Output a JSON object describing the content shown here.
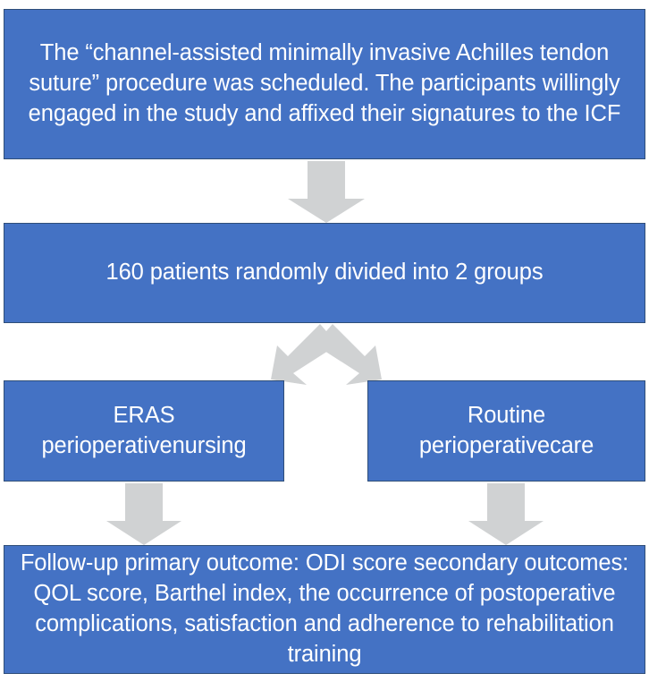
{
  "diagram": {
    "title": "Study enrollment, randomization and outcomes flow diagram",
    "type": "flowchart",
    "orientation": "top-to-bottom",
    "colors": {
      "node_fill": "#4472C4",
      "node_border": "#2F4E79",
      "node_text": "#FFFFFF",
      "arrow_fill": "#D0D2D3",
      "background": "#FFFFFF"
    },
    "nodes": [
      {
        "id": "enrollment",
        "label": "The “channel-assisted minimally invasive Achilles tendon suture” procedure was scheduled. The participants willingly engaged in the study and affixed their signatures to the ICF",
        "lines": [
          "The “channel-assisted minimally invasive Achilles tendon",
          "suture” procedure was scheduled. The participants willingly",
          "engaged in the study and affixed their signatures to the ICF"
        ]
      },
      {
        "id": "randomization",
        "label": "160 patients randomly divided into 2 groups",
        "lines": [
          "160 patients randomly divided into 2 groups"
        ]
      },
      {
        "id": "group-eras",
        "label": "ERAS perioperativenursing",
        "lines": [
          "ERAS",
          "perioperativenursing"
        ]
      },
      {
        "id": "group-routine",
        "label": "Routine perioperativecare",
        "lines": [
          "Routine",
          "perioperativecare"
        ]
      },
      {
        "id": "outcomes",
        "label": "Follow-up primary outcome: ODI score secondary outcomes: QOL score, Barthel index, the occurrence of postoperative complications, satisfaction and adherence to rehabilitation training",
        "lines": [
          "Follow-up primary outcome: ODI score secondary",
          "outcomes: QOL score, Barthel index, the occurrence of",
          "postoperative complications, satisfaction and adherence",
          "to rehabilitation training"
        ]
      }
    ],
    "connectors": [
      {
        "id": "arrow-enrollment-to-randomization",
        "icon": "down-arrow-icon",
        "from": "enrollment",
        "to": "randomization"
      },
      {
        "id": "arrow-randomization-to-eras",
        "icon": "diagonal-down-left-arrow-icon",
        "from": "randomization",
        "to": "group-eras"
      },
      {
        "id": "arrow-randomization-to-routine",
        "icon": "diagonal-down-right-arrow-icon",
        "from": "randomization",
        "to": "group-routine"
      },
      {
        "id": "arrow-eras-to-outcomes",
        "icon": "down-arrow-icon",
        "from": "group-eras",
        "to": "outcomes"
      },
      {
        "id": "arrow-routine-to-outcomes",
        "icon": "down-arrow-icon",
        "from": "group-routine",
        "to": "outcomes"
      }
    ]
  }
}
